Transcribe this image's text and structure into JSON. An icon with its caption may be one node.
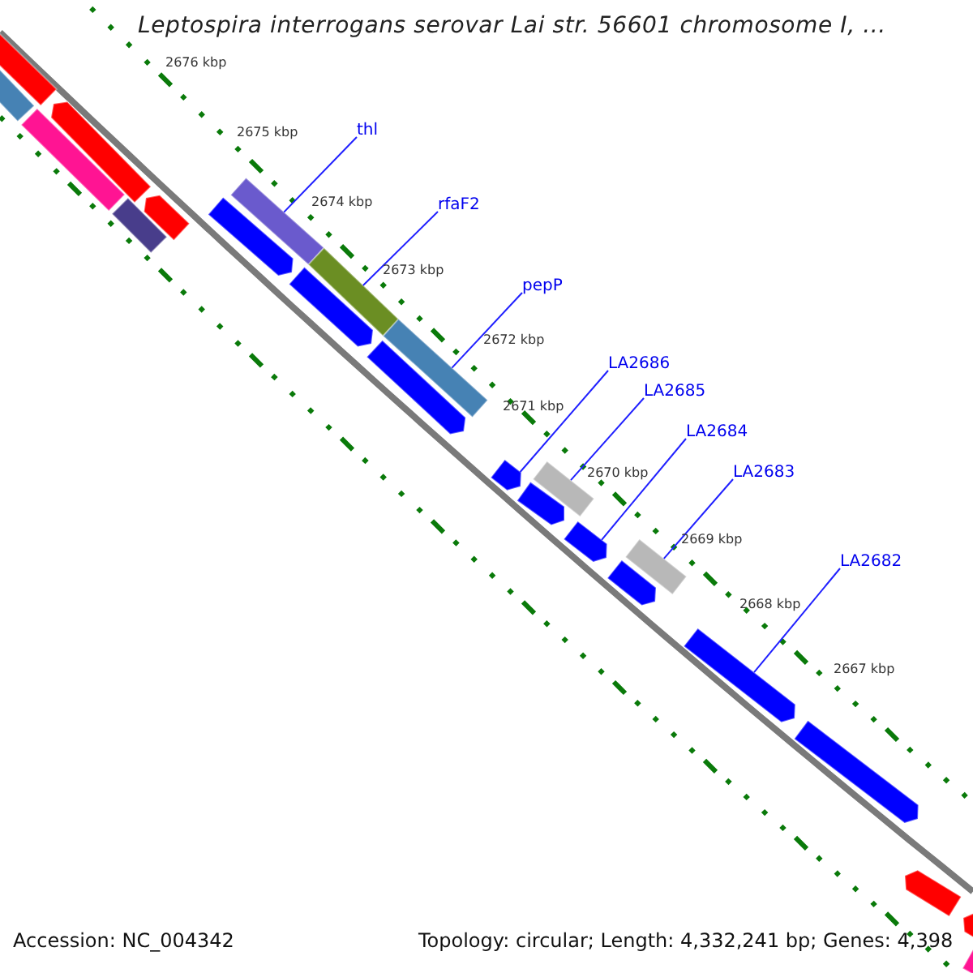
{
  "diagram": {
    "title": "Leptospira interrogans serovar Lai str. 56601 chromosome I, ...",
    "nodes": [
      {
        "text": [
          "thl"
        ]
      },
      {
        "text": [
          "rfaF2"
        ]
      },
      {
        "text": [
          "pepP"
        ]
      },
      {
        "text": [
          "LA2686"
        ]
      },
      {
        "text": [
          "LA2685"
        ]
      },
      {
        "text": [
          "LA2684"
        ]
      },
      {
        "text": [
          "LA2683"
        ]
      },
      {
        "text": [
          "LA2682"
        ]
      },
      {
        "text": [],
        "shape": "bar"
      },
      {
        "text": [],
        "shape": "bar"
      },
      {
        "text": [],
        "shape": "bar"
      },
      {
        "text": [],
        "shape": "bar"
      },
      {
        "text": [],
        "shape": "bar"
      },
      {
        "text": [],
        "shape": "bar"
      },
      {
        "text": [],
        "shape": "bar"
      },
      {
        "text": [],
        "shape": "bar"
      },
      {
        "text": [],
        "shape": "bar"
      },
      {
        "text": [],
        "shape": "bar"
      },
      {
        "text": [],
        "shape": "bar"
      },
      {
        "text": [],
        "shape": "bar"
      },
      {
        "text": [],
        "shape": "bar"
      },
      {
        "text": [],
        "shape": "bar"
      },
      {
        "text": [],
        "shape": "bar"
      },
      {
        "text": [],
        "shape": "bar"
      },
      {
        "text": [],
        "shape": "bar"
      },
      {
        "text": [],
        "shape": "bar"
      },
      {
        "text": [],
        "shape": "bar"
      },
      {
        "text": [],
        "shape": "bar"
      },
      {
        "text": [],
        "shape": "bar"
      },
      {
        "text": [],
        "shape": "bar"
      },
      {
        "text": [],
        "shape": "bar"
      }
    ],
    "edges": [
      {
        "from": 0,
        "to": 14,
        "arrow": "none"
      },
      {
        "from": 1,
        "to": 15,
        "arrow": "none"
      },
      {
        "from": 2,
        "to": 16,
        "arrow": "none"
      },
      {
        "from": 3,
        "to": 20,
        "arrow": "none"
      },
      {
        "from": 4,
        "to": 26,
        "arrow": "none"
      },
      {
        "from": 5,
        "to": 22,
        "arrow": "none"
      },
      {
        "from": 6,
        "to": 27,
        "arrow": "none"
      },
      {
        "from": 7,
        "to": 24,
        "arrow": "none"
      }
    ],
    "labels": [
      "2676 kbp",
      "2675 kbp",
      "2674 kbp",
      "2673 kbp",
      "2672 kbp",
      "2671 kbp",
      "2670 kbp",
      "2669 kbp",
      "2668 kbp",
      "2667 kbp",
      "Accession: NC_004342",
      "Topology: circular; Length: 4,332,241 bp; Genes: 4,398"
    ]
  }
}
